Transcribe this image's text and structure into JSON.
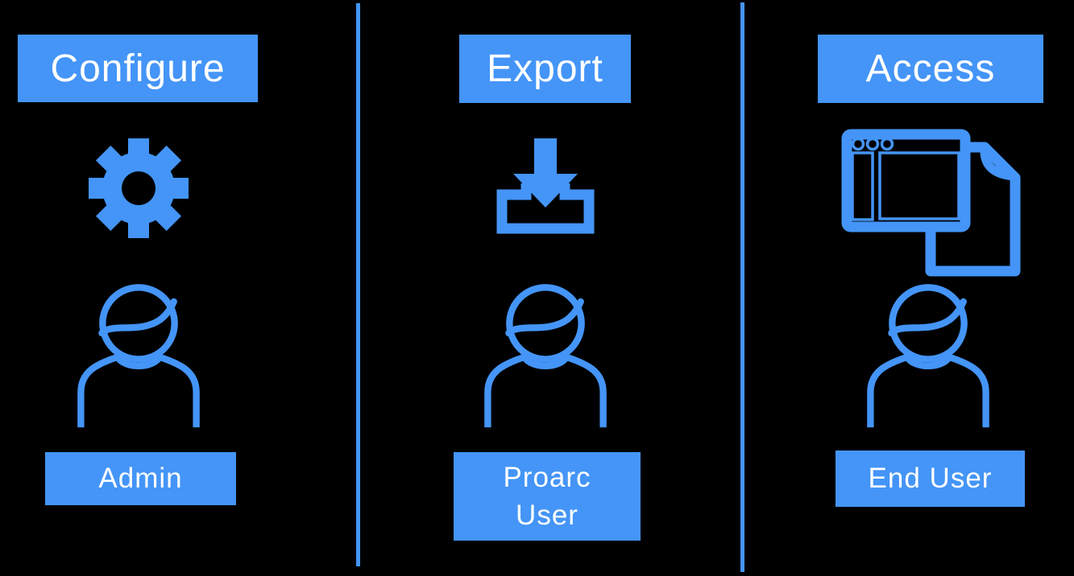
{
  "colors": {
    "background": "#000000",
    "accent": "#4495F7",
    "label_text": "#ffffff"
  },
  "columns": [
    {
      "title": "Configure",
      "icon": "gear-icon",
      "role_label": "Admin"
    },
    {
      "title": "Export",
      "icon": "download-icon",
      "role_label": "Proarc User"
    },
    {
      "title": "Access",
      "icon": "app-window-document-icon",
      "role_label": "End User"
    }
  ]
}
